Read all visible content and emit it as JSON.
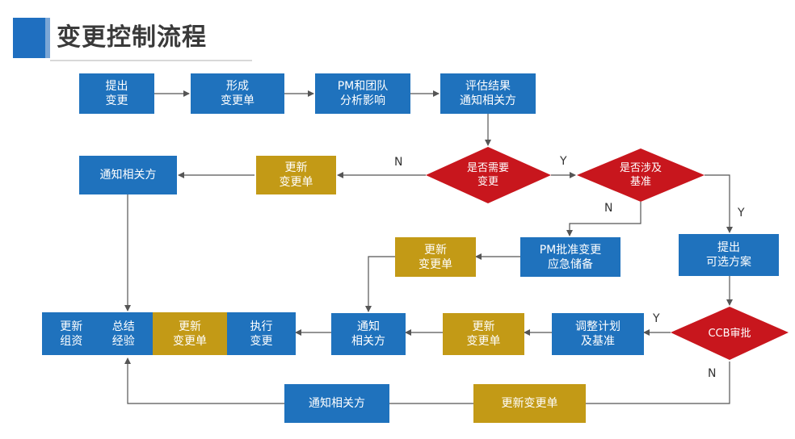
{
  "title": "变更控制流程",
  "nodes": {
    "propose": "提出\n变更",
    "form_request": "形成\n变更单",
    "pm_team_analysis": "PM和团队\n分析影响",
    "evaluate_notify": "评估结果\n通知相关方",
    "update_request_1": "更新\n变更单",
    "notify_1": "通知相关方",
    "pm_approve": "PM批准变更\n应急储备",
    "update_request_2": "更新\n变更单",
    "propose_options": "提出\n可选方案",
    "update_assets": "更新\n组资",
    "summarize": "总结\n经验",
    "update_request_3": "更新\n变更单",
    "execute": "执行\n变更",
    "notify_2": "通知\n相关方",
    "update_request_4": "更新\n变更单",
    "adjust_plan": "调整计划\n及基准",
    "notify_3": "通知相关方",
    "update_request_5": "更新变更单"
  },
  "decisions": {
    "need_change": "是否需要\n变更",
    "baseline": "是否涉及\n基准",
    "ccb": "CCB审批"
  },
  "flags": {
    "need_change_no": "N",
    "need_change_yes": "Y",
    "baseline_no": "N",
    "baseline_yes": "Y",
    "ccb_yes": "Y",
    "ccb_no": "N"
  },
  "colors": {
    "blue": "#1f72bd",
    "gold": "#c39a16",
    "red": "#c8161d",
    "line": "#555555"
  }
}
